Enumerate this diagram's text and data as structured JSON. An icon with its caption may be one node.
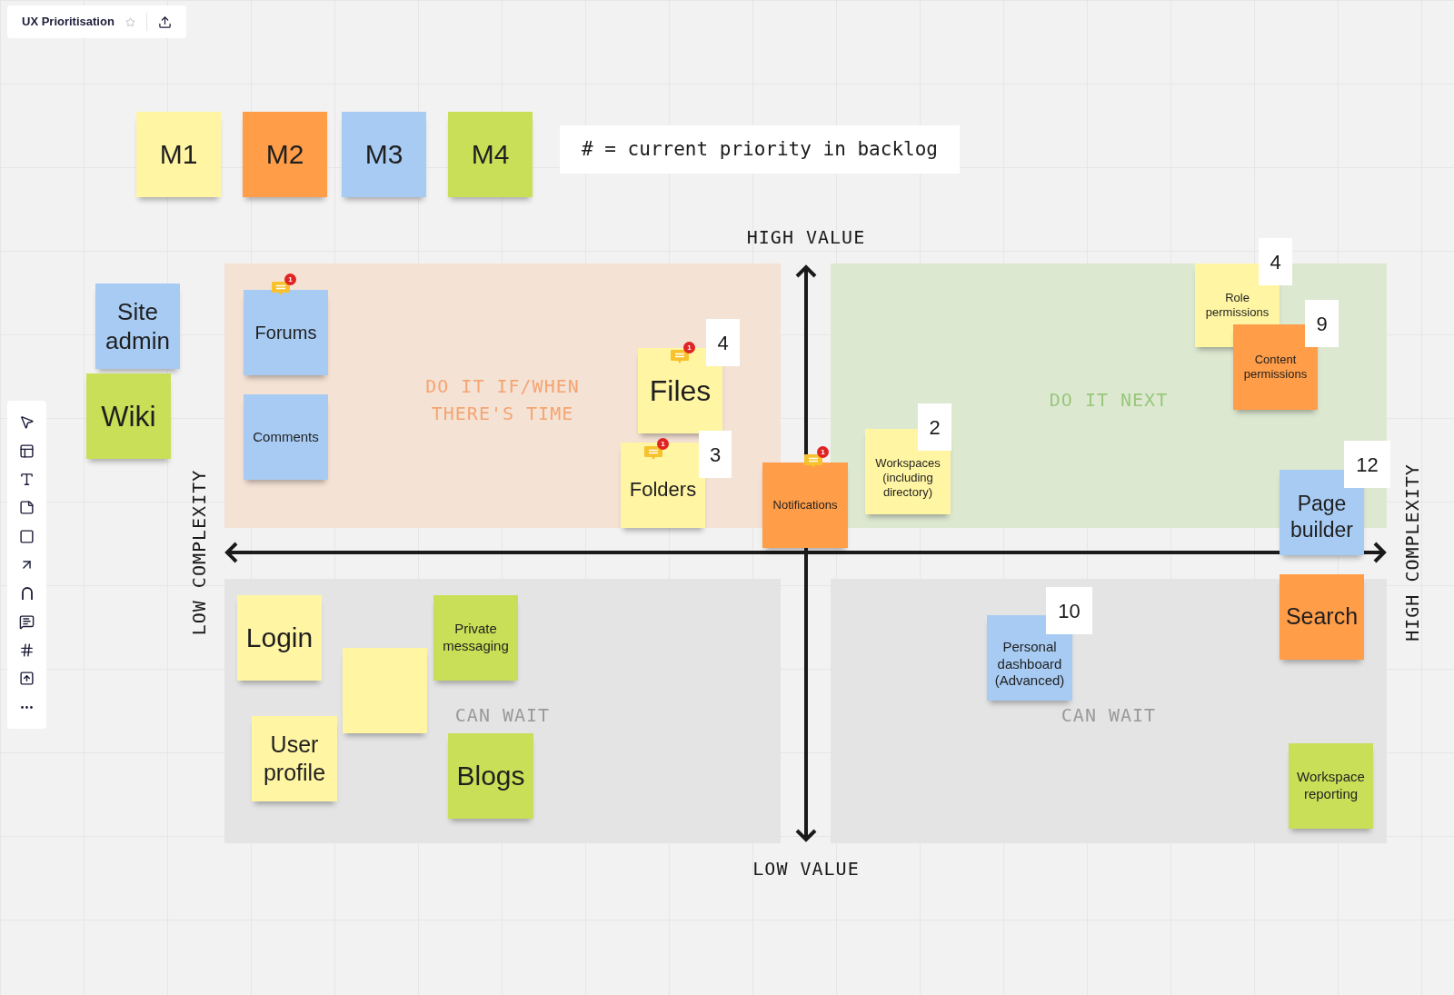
{
  "diagram": {
    "title": "UX Prioritisation",
    "nodes": [
      {
        "text": [
          "M1"
        ]
      },
      {
        "text": [
          "M2"
        ]
      },
      {
        "text": [
          "M3"
        ]
      },
      {
        "text": [
          "M4"
        ]
      },
      {
        "text": [
          "Site admin"
        ]
      },
      {
        "text": [
          "Wiki"
        ]
      },
      {
        "text": [
          "DO IT IF/WHEN THERE'S TIME"
        ]
      },
      {
        "text": [
          "Forums"
        ],
        "in": 6
      },
      {
        "text": [
          "Comments"
        ],
        "in": 6
      },
      {
        "text": [
          "Files"
        ],
        "in": 6,
        "beside": [
          "4"
        ]
      },
      {
        "text": [
          "Folders"
        ],
        "in": 6,
        "beside": [
          "3"
        ]
      },
      {
        "text": [
          "Notifications"
        ]
      },
      {
        "text": [
          "DO IT NEXT"
        ]
      },
      {
        "text": [
          "Role permissions"
        ],
        "in": 12,
        "beside": [
          "4"
        ]
      },
      {
        "text": [
          "Content permissions"
        ],
        "in": 12,
        "beside": [
          "9"
        ]
      },
      {
        "text": [
          "Workspaces (including directory)"
        ],
        "in": 12,
        "beside": [
          "2"
        ]
      },
      {
        "text": [
          "Page builder"
        ],
        "beside": [
          "12"
        ]
      },
      {
        "text": [
          "CAN WAIT"
        ]
      },
      {
        "text": [
          "Login"
        ],
        "in": 17
      },
      {
        "text": [
          "Private messaging"
        ],
        "in": 17
      },
      {
        "text": [],
        "shape": "box",
        "in": 17
      },
      {
        "text": [
          "User profile"
        ],
        "in": 17
      },
      {
        "text": [
          "Blogs"
        ],
        "in": 17
      },
      {
        "text": [
          "CAN WAIT"
        ]
      },
      {
        "text": [
          "Personal dashboard (Advanced)"
        ],
        "in": 23,
        "beside": [
          "10"
        ]
      },
      {
        "text": [
          "Search"
        ],
        "in": 23
      },
      {
        "text": [
          "Workspace reporting"
        ],
        "in": 23
      }
    ],
    "labels": [
      "# = current priority in backlog",
      "HIGH VALUE",
      "1",
      "1",
      "1",
      "1",
      "LOW COMPLEXITY",
      "HIGH COMPLEXITY",
      "LOW VALUE"
    ]
  }
}
